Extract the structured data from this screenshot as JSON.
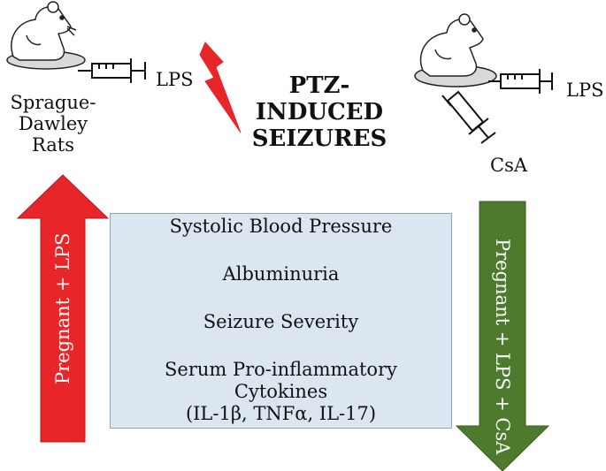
{
  "rats": {
    "line1": "Sprague-",
    "line2": "Dawley",
    "line3": "Rats"
  },
  "lps_left": "LPS",
  "lps_right": "LPS",
  "csa": "CsA",
  "ptz": {
    "line1": "PTZ-",
    "line2": "INDUCED",
    "line3": "SEIZURES"
  },
  "effects": {
    "bp": "Systolic Blood Pressure",
    "albumin": "Albuminuria",
    "seizure": "Seizure Severity",
    "cyto1": "Serum Pro-inflammatory",
    "cyto2": "Cytokines",
    "cyto3": "(IL-1β, TNFα, IL-17)"
  },
  "arrow_up": {
    "label": "Pregnant + LPS",
    "color": "#e8262a"
  },
  "arrow_down": {
    "label": "Pregnant + LPS + CsA",
    "color": "#4e7a2e"
  },
  "colors": {
    "box_fill": "#dce6f0",
    "box_border": "#8ea3bd",
    "bolt": "#e8262a"
  }
}
